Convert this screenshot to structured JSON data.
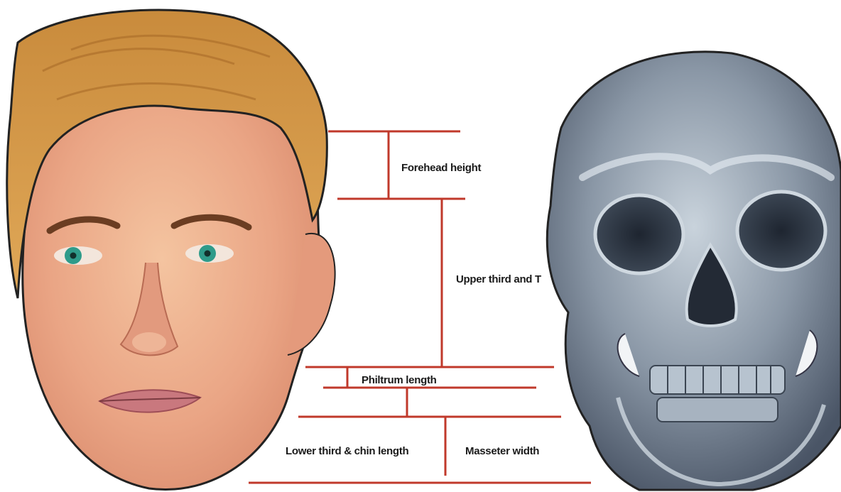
{
  "diagram": {
    "line_color": "#c0392b",
    "labels": {
      "forehead": "Forehead height",
      "upper_third": "Upper third and T",
      "philtrum": "Philtrum length",
      "lower_third": "Lower third & chin length",
      "masseter": "Masseter width"
    }
  }
}
